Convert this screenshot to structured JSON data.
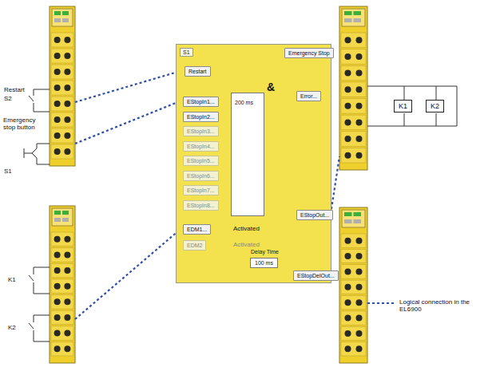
{
  "diagram": {
    "nodes": [
      {
        "text": [
          "S1"
        ]
      },
      {
        "text": [
          "Emergency Stop"
        ],
        "in": 0
      },
      {
        "text": [
          "Restart"
        ],
        "in": 0
      },
      {
        "text": [
          "EStopIn1..."
        ],
        "in": 0
      },
      {
        "text": [
          "EStopIn2..."
        ],
        "in": 0
      },
      {
        "text": [
          "EStopIn3..."
        ],
        "in": 0
      },
      {
        "text": [
          "EStopIn4..."
        ],
        "in": 0
      },
      {
        "text": [
          "EStopIn5..."
        ],
        "in": 0
      },
      {
        "text": [
          "EStopIn6..."
        ],
        "in": 0
      },
      {
        "text": [
          "EStopIn7..."
        ],
        "in": 0
      },
      {
        "text": [
          "EStopIn8..."
        ],
        "in": 0
      },
      {
        "text": [
          "200 ms",
          "&"
        ],
        "in": 0
      },
      {
        "text": [
          "Error..."
        ],
        "in": 0
      },
      {
        "text": [
          "EDM1..."
        ],
        "in": 0
      },
      {
        "text": [
          "EDM2"
        ],
        "in": 0
      },
      {
        "text": [
          "Delay Time",
          "100 ms"
        ],
        "in": 0
      },
      {
        "text": [
          "EStopOut..."
        ],
        "in": 0
      },
      {
        "text": [
          "EStopDelOut..."
        ],
        "in": 0
      },
      {
        "text": [
          "K1"
        ]
      },
      {
        "text": [
          "K2"
        ]
      }
    ],
    "edges": [
      {
        "from": 3,
        "to": 11,
        "arrow": "to"
      },
      {
        "from": 4,
        "to": 11,
        "arrow": "to"
      },
      {
        "from": 11,
        "to": 16,
        "arrow": "to"
      },
      {
        "from": 11,
        "to": 17,
        "arrow": "to"
      },
      {
        "from": 15,
        "to": 17,
        "arrow": "to"
      }
    ],
    "labels": [
      "Restart",
      "S2",
      "Emergency stop button",
      "S1",
      "K1",
      "K2",
      "Activated",
      "Activated",
      "Logical connection in the EL6900"
    ]
  }
}
